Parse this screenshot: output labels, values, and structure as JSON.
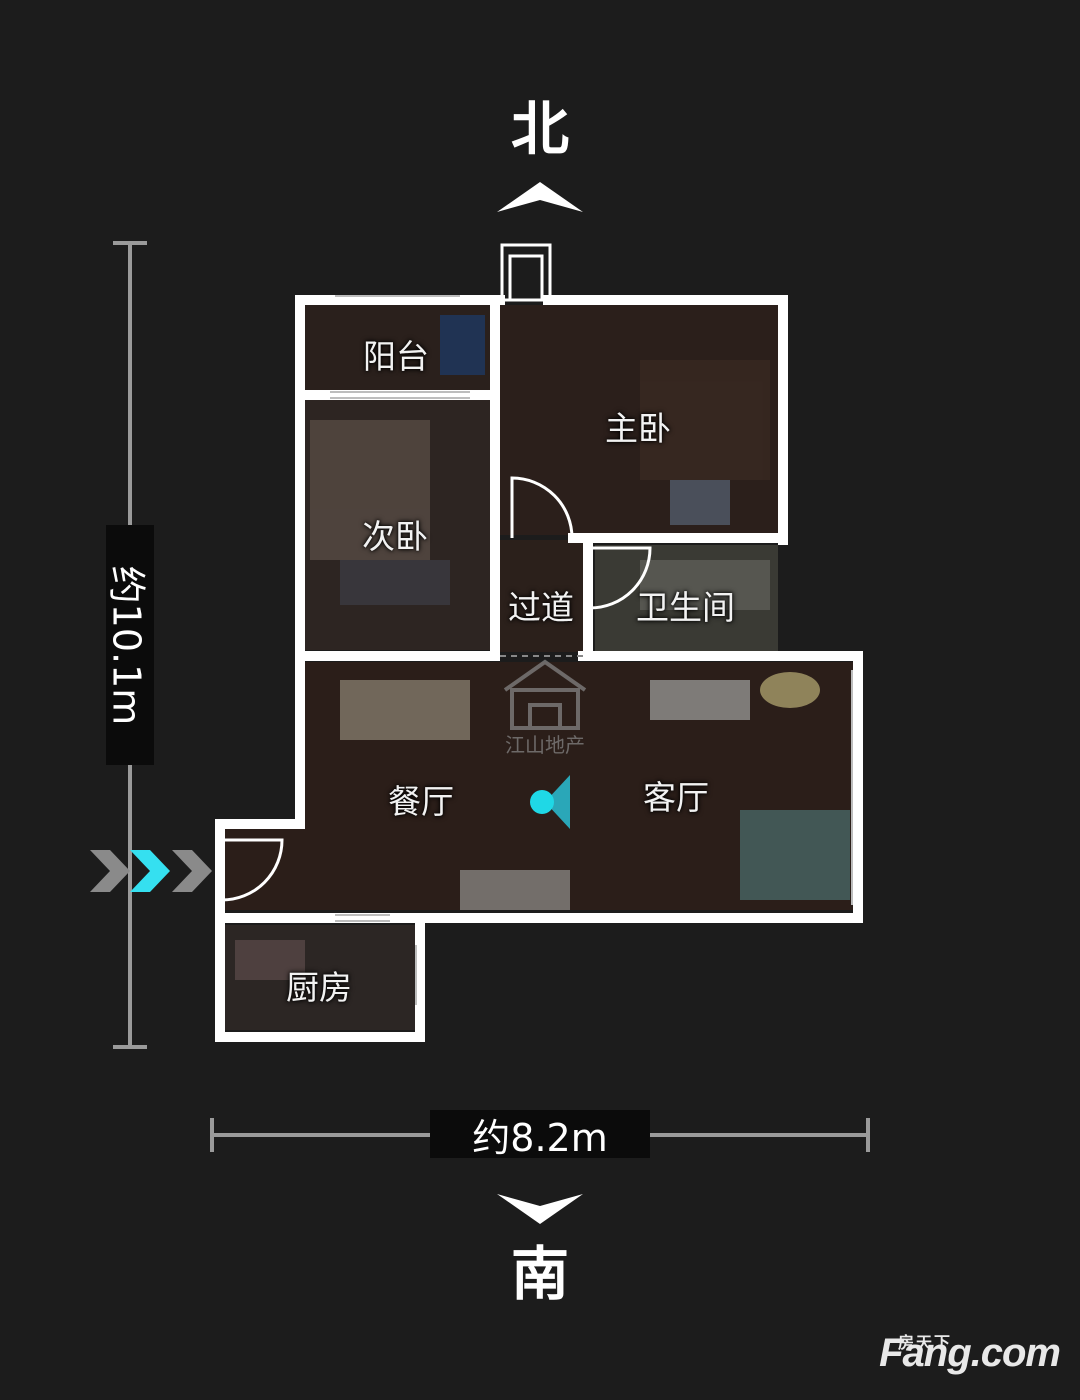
{
  "compass": {
    "north": "北",
    "south": "南"
  },
  "rooms": {
    "balcony": "阳台",
    "master_bedroom": "主卧",
    "second_bedroom": "次卧",
    "corridor": "过道",
    "bathroom": "卫生间",
    "dining_room": "餐厅",
    "living_room": "客厅",
    "kitchen": "厨房"
  },
  "dimensions": {
    "width": "约8.2m",
    "depth": "约10.1m"
  },
  "watermark": {
    "text": "江山地产"
  },
  "logo": {
    "sub": "房天下",
    "main": "Fang.com"
  },
  "colors": {
    "background": "#1c1c1c",
    "wall": "#ffffff",
    "marker": "#1fd8e6",
    "floor": "#2a201c"
  }
}
